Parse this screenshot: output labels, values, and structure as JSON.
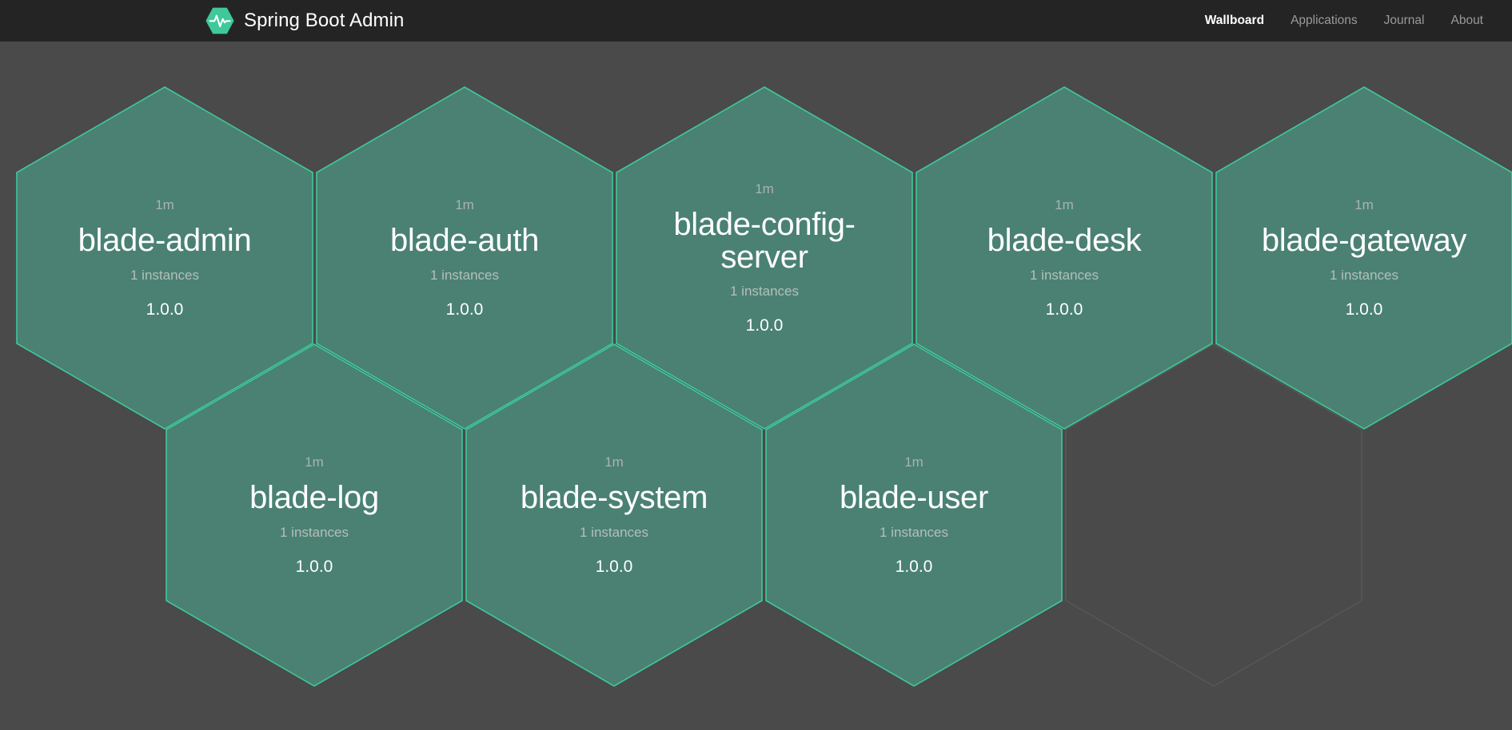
{
  "header": {
    "brand_title": "Spring Boot Admin",
    "logo_icon": "heartbeat-hexagon-icon",
    "nav": [
      {
        "label": "Wallboard",
        "active": true
      },
      {
        "label": "Applications",
        "active": false
      },
      {
        "label": "Journal",
        "active": false
      },
      {
        "label": "About",
        "active": false
      }
    ]
  },
  "colors": {
    "page_background": "#4a4a4a",
    "navbar_background": "#242424",
    "hex_fill": "#4a8172",
    "hex_border": "#3fc89a",
    "hex_empty_border": "#5d5d5d",
    "brand_accent": "#3fc89a",
    "text_primary": "#ffffff",
    "text_muted": "#a9b3ae"
  },
  "wallboard": {
    "applications": [
      {
        "name": "blade-admin",
        "status": "1m",
        "instances": "1 instances",
        "version": "1.0.0",
        "row": 0,
        "col": 0,
        "empty": false
      },
      {
        "name": "blade-auth",
        "status": "1m",
        "instances": "1 instances",
        "version": "1.0.0",
        "row": 0,
        "col": 1,
        "empty": false
      },
      {
        "name": "blade-config-server",
        "status": "1m",
        "instances": "1 instances",
        "version": "1.0.0",
        "row": 0,
        "col": 2,
        "empty": false
      },
      {
        "name": "blade-desk",
        "status": "1m",
        "instances": "1 instances",
        "version": "1.0.0",
        "row": 0,
        "col": 3,
        "empty": false
      },
      {
        "name": "blade-gateway",
        "status": "1m",
        "instances": "1 instances",
        "version": "1.0.0",
        "row": 0,
        "col": 4,
        "empty": false
      },
      {
        "name": "blade-log",
        "status": "1m",
        "instances": "1 instances",
        "version": "1.0.0",
        "row": 1,
        "col": 0,
        "empty": false
      },
      {
        "name": "blade-system",
        "status": "1m",
        "instances": "1 instances",
        "version": "1.0.0",
        "row": 1,
        "col": 1,
        "empty": false
      },
      {
        "name": "blade-user",
        "status": "1m",
        "instances": "1 instances",
        "version": "1.0.0",
        "row": 1,
        "col": 2,
        "empty": false
      },
      {
        "name": "",
        "status": "",
        "instances": "",
        "version": "",
        "row": 1,
        "col": 3,
        "empty": true
      }
    ]
  }
}
